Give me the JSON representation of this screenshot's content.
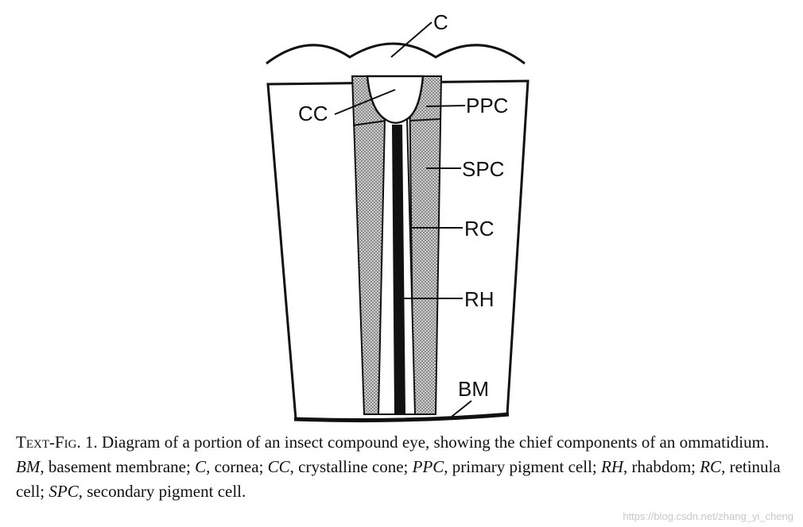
{
  "labels": {
    "c": "C",
    "cc": "CC",
    "ppc": "PPC",
    "spc": "SPC",
    "rc": "RC",
    "rh": "RH",
    "bm": "BM"
  },
  "caption": {
    "fig_label": "Text-Fig. 1.",
    "text_1": " Diagram of a portion of an insect compound eye, showing the chief components of an ommatidium. ",
    "bm_abbr": "BM",
    "bm_def": ", basement membrane; ",
    "c_abbr": "C",
    "c_def": ", cornea; ",
    "cc_abbr": "CC",
    "cc_def": ", crystalline cone; ",
    "ppc_abbr": "PPC",
    "ppc_def": ", primary pigment cell; ",
    "rh_abbr": "RH",
    "rh_def": ", rhabdom; ",
    "rc_abbr": "RC",
    "rc_def": ", retinula cell; ",
    "spc_abbr": "SPC",
    "spc_def": ", secondary pigment cell."
  },
  "watermark": "https://blog.csdn.net/zhang_yi_cheng"
}
